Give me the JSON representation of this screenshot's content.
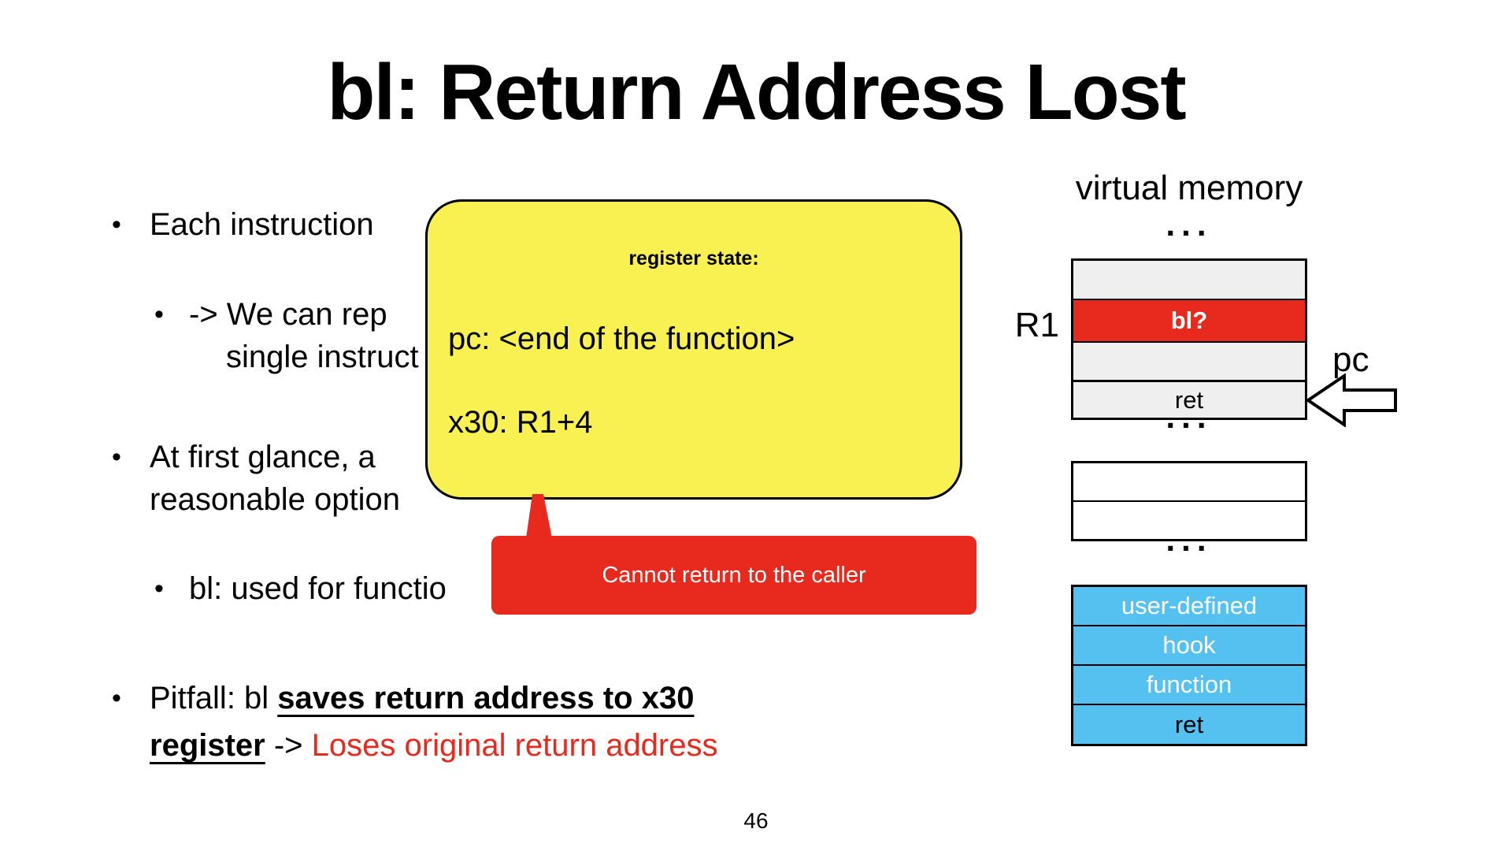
{
  "slide": {
    "title": "bl: Return Address Lost",
    "page_number": "46"
  },
  "colors": {
    "accent_red": "#E8291D",
    "callout_yellow": "#F9F151",
    "memory_blue": "#55C1F0",
    "row_gray": "#EFEFEF"
  },
  "bullets": {
    "item1": {
      "text": "Each instruction"
    },
    "item2": {
      "line1": "-> We can rep",
      "line2": "single instruct"
    },
    "item3": {
      "line1": "At first glance, a",
      "line2": "reasonable option"
    },
    "item4": {
      "text": "bl: used for functio"
    },
    "item5": {
      "prefix": "Pitfall: bl ",
      "bold_underline_a": "saves return address to x30",
      "bold_underline_b": "register",
      "connector": " -> ",
      "red_text": "Loses original return address"
    }
  },
  "register_callout": {
    "heading": "register state:",
    "pc_line": "pc: <end of the function>",
    "x30_line": "x30: R1+4"
  },
  "warning": {
    "text": "Cannot return to the caller"
  },
  "memory": {
    "title": "virtual memory",
    "ellipsis": "...",
    "r1_label": "R1",
    "pc_label": "pc",
    "code_block": {
      "row1": "",
      "row2": "bl?",
      "row3": ""
    },
    "ret_row": "ret",
    "empty_block": {
      "row1": "",
      "row2": ""
    },
    "hook_block": {
      "row1": "user-defined",
      "row2": "hook",
      "row3": "function",
      "row4": "ret"
    }
  }
}
